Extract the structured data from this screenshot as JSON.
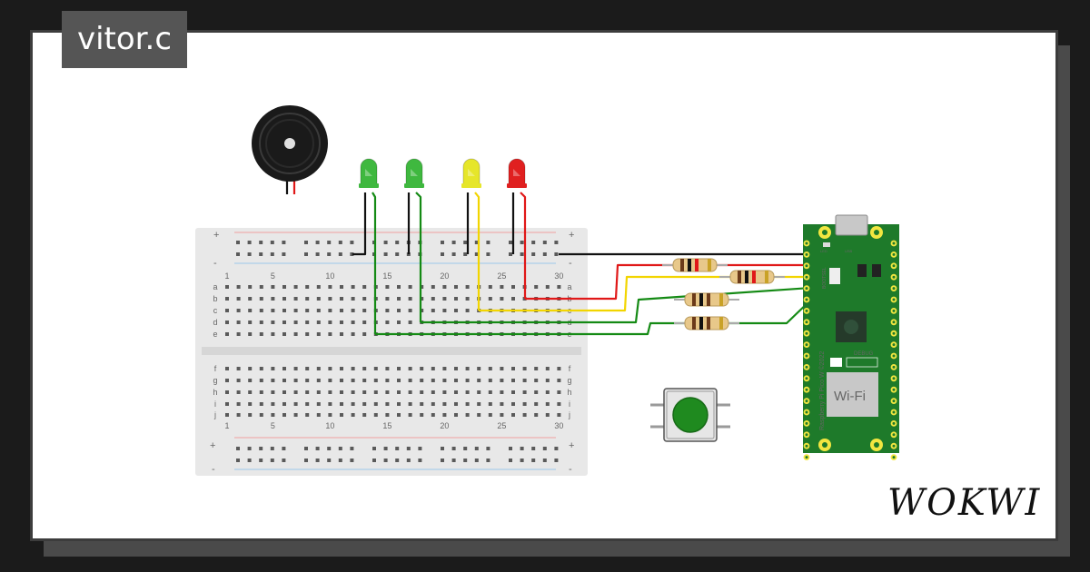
{
  "project": {
    "author": "vitor.c",
    "brand": "WOKWI"
  },
  "breadboard": {
    "columns_top": [
      "1",
      "5",
      "10",
      "15",
      "20",
      "25",
      "30"
    ],
    "columns_bottom": [
      "1",
      "5",
      "10",
      "15",
      "20",
      "25",
      "30"
    ],
    "rows_top": [
      "a",
      "b",
      "c",
      "d",
      "e"
    ],
    "rows_bottom": [
      "f",
      "g",
      "h",
      "i",
      "j"
    ],
    "rail_plus": "+",
    "rail_minus": "-"
  },
  "components": {
    "leds": [
      {
        "name": "led-green-1",
        "color": "#3fb83f"
      },
      {
        "name": "led-green-2",
        "color": "#3fb83f"
      },
      {
        "name": "led-yellow",
        "color": "#e6e62a"
      },
      {
        "name": "led-red",
        "color": "#e02020"
      }
    ],
    "buzzer": "buzzer",
    "pushbutton_color": "#1f8a1f",
    "resistor_count": 4
  },
  "pico": {
    "model_text": "Raspberry Pi Pico W ©2022",
    "wifi_label": "Wi-Fi",
    "debug_label": "DEBUG",
    "usb_label": "USB",
    "led_label": "LED",
    "bootsel_label": "BOOTSEL",
    "board_color": "#1e7a2a"
  },
  "wire_colors": {
    "black": "#111111",
    "red": "#e01818",
    "yellow": "#f2d500",
    "green": "#148a14"
  }
}
